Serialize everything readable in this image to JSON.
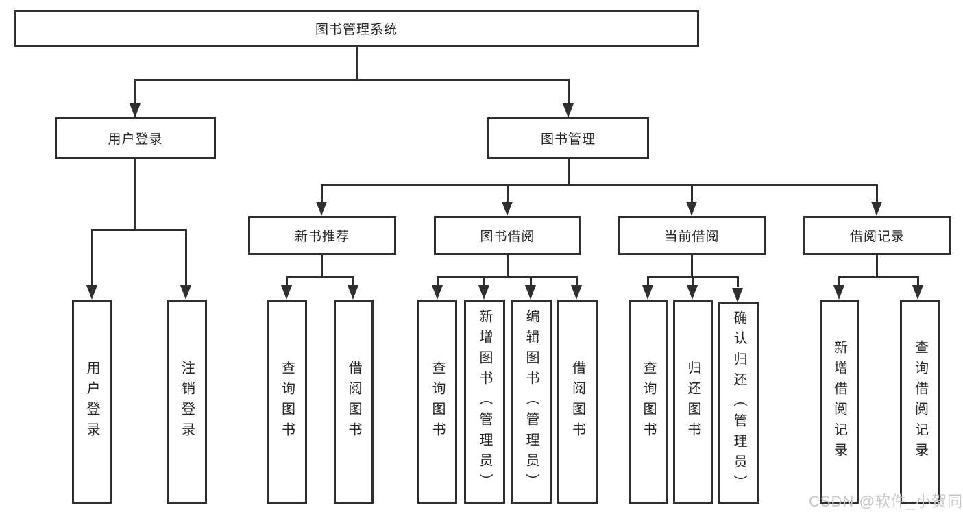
{
  "diagram_title": "图书管理系统",
  "tree": {
    "root": {
      "label": "图书管理系统",
      "children": [
        {
          "label": "用户登录",
          "children": [
            {
              "label": "用户登录"
            },
            {
              "label": "注销登录"
            }
          ]
        },
        {
          "label": "图书管理",
          "children": [
            {
              "label": "新书推荐",
              "children": [
                {
                  "label": "查询图书"
                },
                {
                  "label": "借阅图书"
                }
              ]
            },
            {
              "label": "图书借阅",
              "children": [
                {
                  "label": "查询图书"
                },
                {
                  "label": "新增图书（管理员）"
                },
                {
                  "label": "编辑图书（管理员）"
                },
                {
                  "label": "借阅图书"
                }
              ]
            },
            {
              "label": "当前借阅",
              "children": [
                {
                  "label": "查询图书"
                },
                {
                  "label": "归还图书"
                },
                {
                  "label": "确认归还（管理员）"
                }
              ]
            },
            {
              "label": "借阅记录",
              "children": [
                {
                  "label": "新增借阅记录"
                },
                {
                  "label": "查询借阅记录"
                }
              ]
            }
          ]
        }
      ]
    }
  },
  "watermark": {
    "text": "CSDN @软件_小贺同学"
  },
  "colors": {
    "line": "#2f2f2f",
    "box_background": "#ffffff",
    "text": "#262626",
    "watermark": "#c6c6c6"
  }
}
